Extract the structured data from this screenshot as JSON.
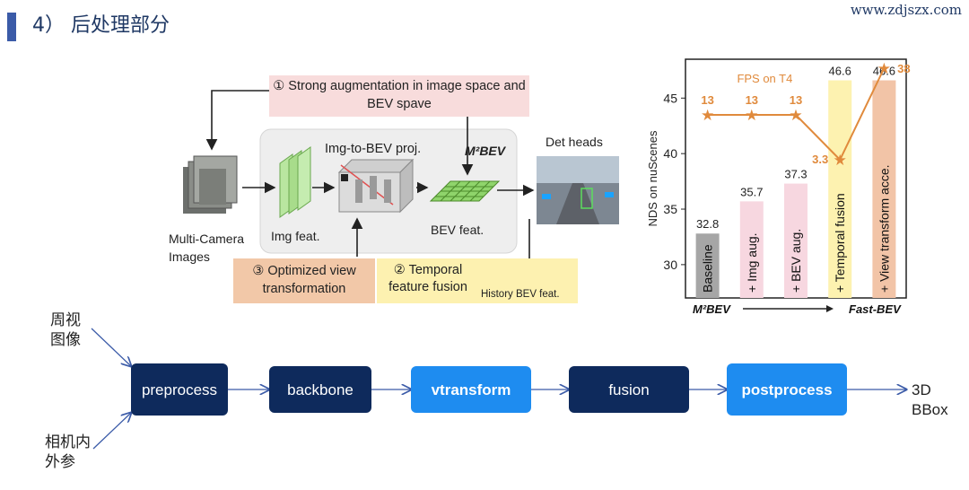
{
  "header": {
    "title": "4） 后处理部分",
    "watermark": "www.zdjszx.com",
    "accent_color": "#3b5ba8"
  },
  "figure": {
    "aug_box": "① Strong augmentation in image space and BEV spave",
    "proj_label": "Img-to-BEV proj.",
    "m2bev_label": "M²BEV",
    "det_heads_label": "Det heads",
    "camera_label": "Multi-Camera Images",
    "img_feat_label": "Img feat.",
    "bev_feat_label": "BEV feat.",
    "view_box": "③ Optimized view transformation",
    "temporal_box": "② Temporal feature fusion",
    "history_label": "History BEV feat."
  },
  "chart_data": {
    "type": "bar",
    "categories": [
      "Baseline",
      "+ Img aug.",
      "+ BEV aug.",
      "+ Temporal fusion",
      "+ View transform acce."
    ],
    "values": [
      32.8,
      35.7,
      37.3,
      46.6,
      46.6
    ],
    "value_labels": [
      "32.8",
      "35.7",
      "37.3",
      "46.6",
      "46.6"
    ],
    "bar_colors": [
      "#a6a6a6",
      "#f7d7e0",
      "#f7d7e0",
      "#fdf2b0",
      "#f2c4a7"
    ],
    "ylabel": "NDS on nuScenes",
    "yticks": [
      30,
      35,
      40,
      45
    ],
    "ylim": [
      27,
      48.5
    ],
    "fps_series": {
      "name": "FPS on T4",
      "values": [
        13,
        13,
        13,
        3.3,
        38
      ],
      "labels": [
        "13",
        "13",
        "13",
        "3.3",
        "38"
      ],
      "color": "#e08a3c"
    },
    "x_start_label": "M²BEV",
    "x_end_label": "Fast-BEV"
  },
  "pipeline": {
    "inputs": [
      "周视图像",
      "相机内外参"
    ],
    "steps": [
      {
        "label": "preprocess",
        "color": "#0e2a5c"
      },
      {
        "label": "backbone",
        "color": "#0e2a5c"
      },
      {
        "label": "vtransform",
        "color": "#1e8cf0"
      },
      {
        "label": "fusion",
        "color": "#0e2a5c"
      },
      {
        "label": "postprocess",
        "color": "#1e8cf0"
      }
    ],
    "output": "3D BBox"
  }
}
